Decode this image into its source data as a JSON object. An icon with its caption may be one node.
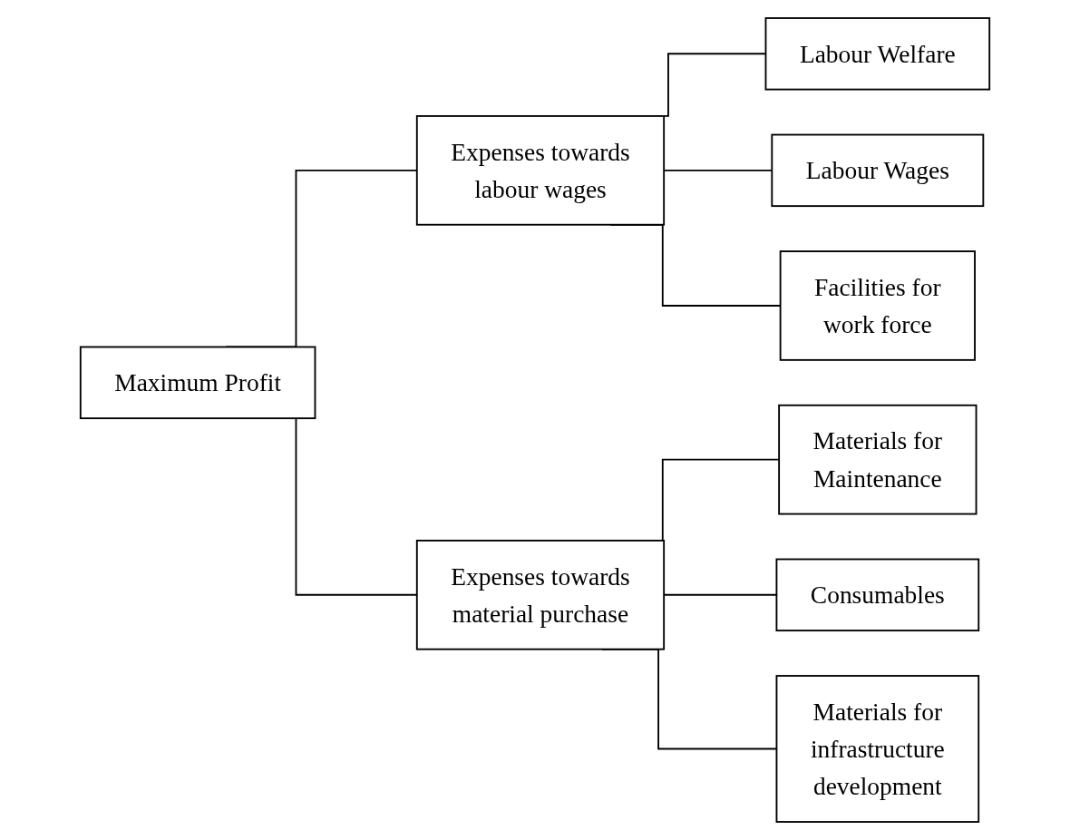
{
  "diagram": {
    "nodes": [
      {
        "text": [
          "Maximum Profit"
        ]
      },
      {
        "text": [
          "Expenses towards labour wages"
        ]
      },
      {
        "text": [
          "Labour Welfare"
        ]
      },
      {
        "text": [
          "Labour Wages"
        ]
      },
      {
        "text": [
          "Facilities for work force"
        ]
      },
      {
        "text": [
          "Expenses towards material purchase"
        ]
      },
      {
        "text": [
          "Materials for Maintenance"
        ]
      },
      {
        "text": [
          "Consumables"
        ]
      },
      {
        "text": [
          "Materials for infrastructure development"
        ]
      }
    ],
    "edges": [
      {
        "from": 0,
        "to": 1,
        "arrow": "none"
      },
      {
        "from": 0,
        "to": 5,
        "arrow": "none"
      },
      {
        "from": 1,
        "to": 2,
        "arrow": "none"
      },
      {
        "from": 1,
        "to": 3,
        "arrow": "none"
      },
      {
        "from": 1,
        "to": 4,
        "arrow": "none"
      },
      {
        "from": 5,
        "to": 6,
        "arrow": "none"
      },
      {
        "from": 5,
        "to": 7,
        "arrow": "none"
      },
      {
        "from": 5,
        "to": 8,
        "arrow": "none"
      }
    ]
  }
}
